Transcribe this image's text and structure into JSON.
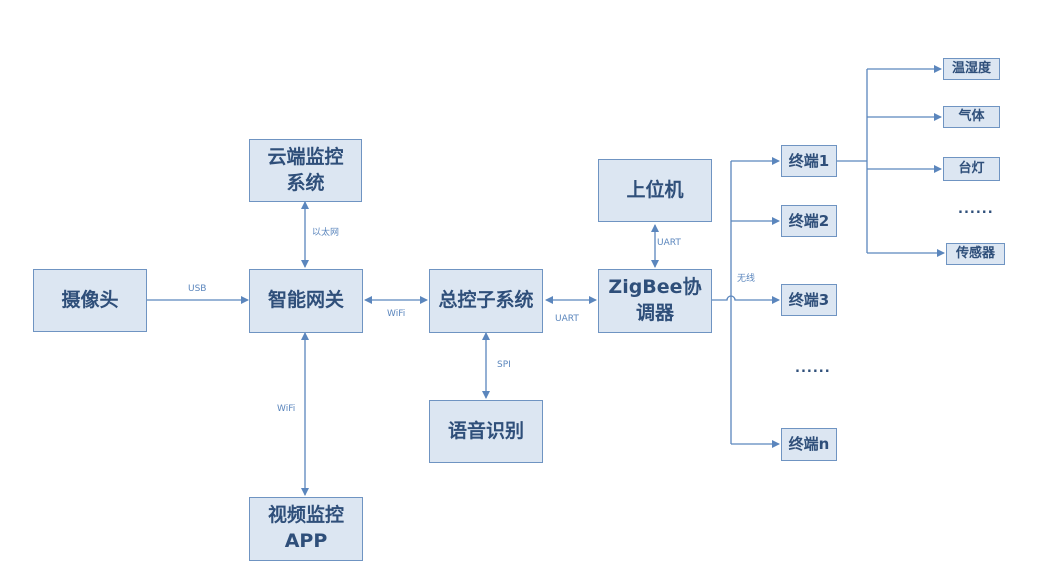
{
  "nodes": {
    "camera": "摄像头",
    "cloud_monitor": "云端监控系统",
    "smart_gateway": "智能网关",
    "master_control": "总控子系统",
    "zigbee": "ZigBee协调器",
    "host_pc": "上位机",
    "voice": "语音识别",
    "video_app": "视频监控APP",
    "terminal1": "终端1",
    "terminal2": "终端2",
    "terminal3": "终端3",
    "terminaln": "终端n",
    "temp_humidity": "温湿度",
    "gas": "气体",
    "lamp": "台灯",
    "sensor": "传感器"
  },
  "edges": {
    "usb": "USB",
    "ethernet": "以太网",
    "wifi_gateway": "WiFi",
    "wifi_app": "WiFi",
    "uart_zigbee": "UART",
    "uart_host": "UART",
    "spi": "SPI",
    "wireless": "无线"
  },
  "ellipsis_terminals": "......",
  "ellipsis_devices": "......",
  "colors": {
    "line": "#5b86bd",
    "box_fill": "#dce6f2",
    "box_border": "#6f94c2",
    "text": "#2f4f7a"
  }
}
